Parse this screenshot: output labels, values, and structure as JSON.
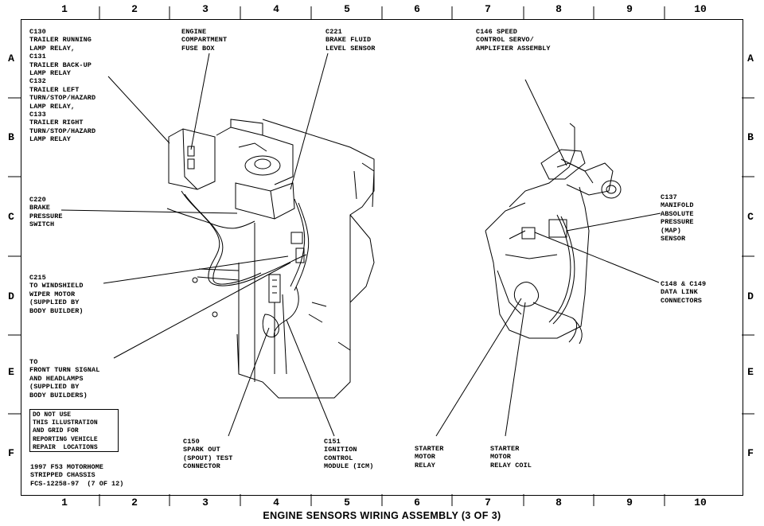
{
  "grid": {
    "columns": [
      "1",
      "2",
      "3",
      "4",
      "5",
      "6",
      "7",
      "8",
      "9",
      "10"
    ],
    "rows": [
      "A",
      "B",
      "C",
      "D",
      "E",
      "F"
    ]
  },
  "labels": {
    "c130": "C130\nTRAILER RUNNING\nLAMP RELAY,\nC131\nTRAILER BACK-UP\nLAMP RELAY\nC132\nTRAILER LEFT\nTURN/STOP/HAZARD\nLAMP RELAY,\nC133\nTRAILER RIGHT\nTURN/STOP/HAZARD\nLAMP RELAY",
    "fuse_box": "ENGINE\nCOMPARTMENT\nFUSE BOX",
    "c221": "C221\nBRAKE FLUID\nLEVEL SENSOR",
    "c146": "C146 SPEED\nCONTROL SERVO/\nAMPLIFIER ASSEMBLY",
    "c220": "C220\nBRAKE\nPRESSURE\nSWITCH",
    "c137": "C137\nMANIFOLD\nABSOLUTE\nPRESSURE\n(MAP)\nSENSOR",
    "c215": "C215\nTO WINDSHIELD\nWIPER MOTOR\n(SUPPLIED BY\nBODY BUILDER)",
    "c148": "C148 & C149\nDATA LINK\nCONNECTORS",
    "front_turn": "TO\nFRONT TURN SIGNAL\nAND HEADLAMPS\n(SUPPLIED BY\nBODY BUILDERS)",
    "c150": "C150\nSPARK OUT\n(SPOUT) TEST\nCONNECTOR",
    "c151": "C151\nIGNITION\nCONTROL\nMODULE (ICM)",
    "starter_relay": "STARTER\nMOTOR\nRELAY",
    "starter_coil": "STARTER\nMOTOR\nRELAY COIL"
  },
  "warning_box": "DO NOT USE\nTHIS ILLUSTRATION\nAND GRID FOR\nREPORTING VEHICLE\nREPAIR  LOCATIONS",
  "footer_note": "1997 F53 MOTORHOME\nSTRIPPED CHASSIS\nFCS-12258-97  (7 OF 12)",
  "caption": "ENGINE SENSORS WIRING ASSEMBLY (3 OF 3)"
}
